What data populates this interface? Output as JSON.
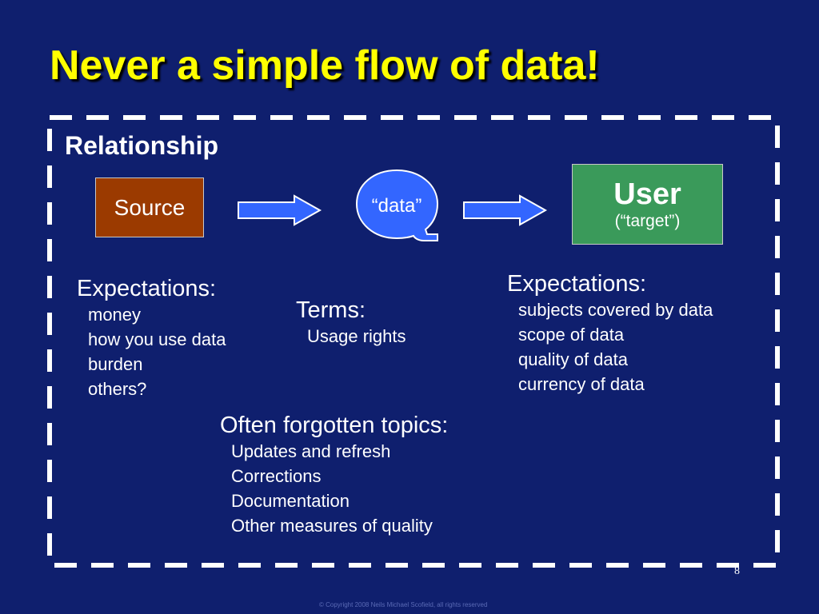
{
  "slide": {
    "title": "Never a simple flow of data!",
    "relationship_label": "Relationship",
    "source_label": "Source",
    "data_label": "“data”",
    "user_label": "User",
    "user_sublabel": "(“target”)",
    "source_expectations": {
      "heading": "Expectations:",
      "items": [
        "money",
        "how you use data",
        "burden",
        "others?"
      ]
    },
    "terms": {
      "heading": "Terms:",
      "items": [
        "Usage rights"
      ]
    },
    "user_expectations": {
      "heading": "Expectations:",
      "items": [
        "subjects covered by data",
        "scope of data",
        "quality of data",
        "currency of data"
      ]
    },
    "forgotten_topics": {
      "heading": "Often forgotten topics:",
      "items": [
        "Updates and refresh",
        "Corrections",
        "Documentation",
        "Other measures of quality"
      ]
    },
    "page_number": "8",
    "copyright": "© Copyright 2008 Neils Michael Scofield, all rights reserved"
  },
  "colors": {
    "background": "#0f1f6e",
    "title": "#ffff00",
    "source_box": "#9b3a00",
    "user_box": "#3a9a5a",
    "arrow": "#3366ff",
    "bubble": "#3366ff"
  }
}
